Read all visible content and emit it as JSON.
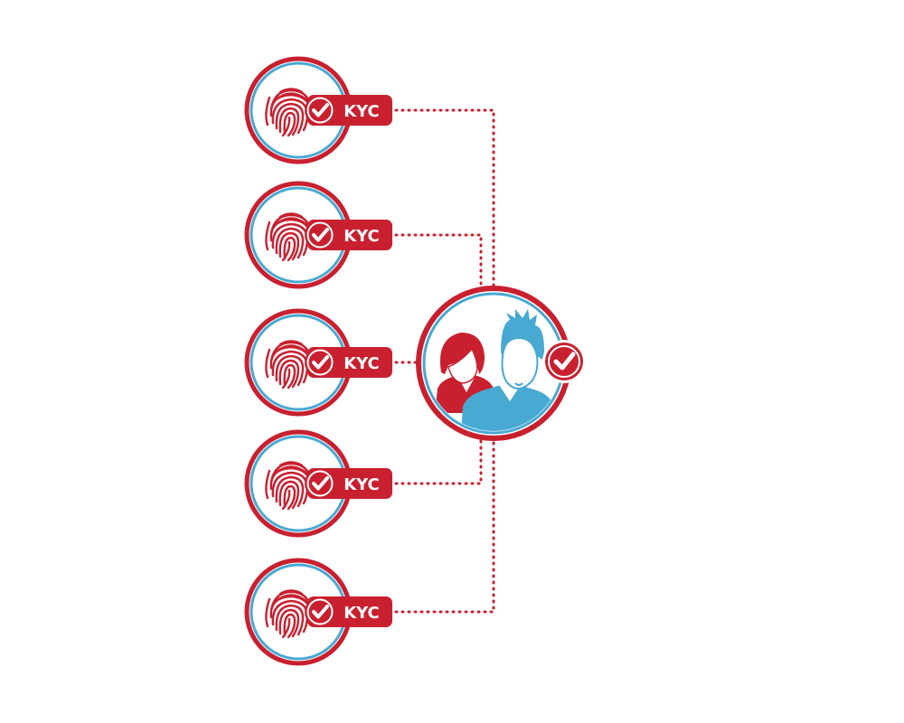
{
  "diagram": {
    "badge_label": "KYC",
    "nodes": [
      {
        "label": "KYC",
        "icon": "fingerprint-icon",
        "status": "verified"
      },
      {
        "label": "KYC",
        "icon": "fingerprint-icon",
        "status": "verified"
      },
      {
        "label": "KYC",
        "icon": "fingerprint-icon",
        "status": "verified"
      },
      {
        "label": "KYC",
        "icon": "fingerprint-icon",
        "status": "verified"
      },
      {
        "label": "KYC",
        "icon": "fingerprint-icon",
        "status": "verified"
      }
    ],
    "hub": {
      "icon": "users-icon",
      "status": "verified"
    },
    "colors": {
      "primary": "#c8202f",
      "accent": "#48a9d2",
      "background": "#ffffff"
    }
  }
}
